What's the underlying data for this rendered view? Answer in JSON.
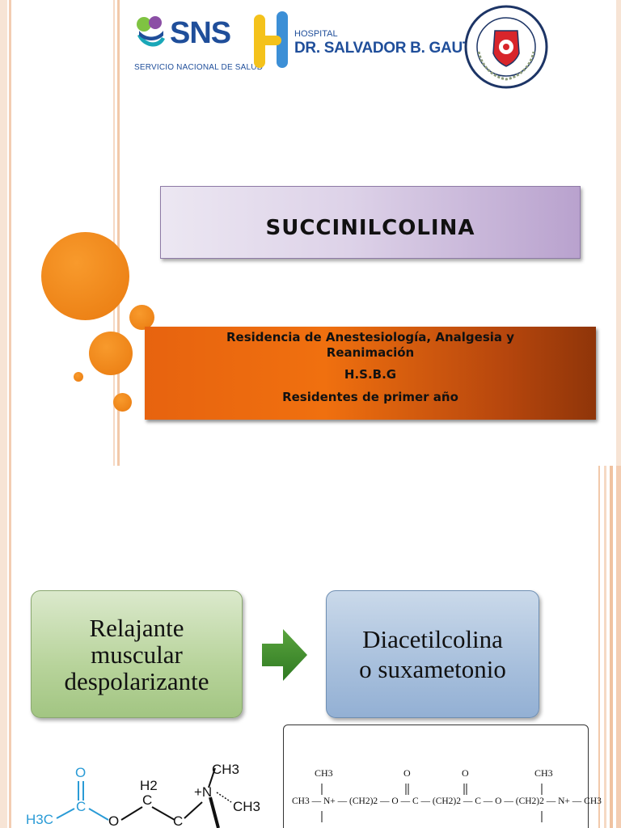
{
  "slide1": {
    "logos": {
      "sns_name": "SNS",
      "sns_subtitle": "SERVICIO NACIONAL DE SALUD",
      "hospital_label": "HOSPITAL",
      "hospital_name": "DR. SALVADOR B. GAUTIER"
    },
    "title": "SUCCINILCOLINA",
    "subtitle_lines": [
      "Residencia de Anestesiología, Analgesia y",
      "Reanimación",
      "H.S.B.G",
      "Residentes de primer año"
    ],
    "colors": {
      "accent_orange": "#f08a1d",
      "title_purple": "#b9a2ce",
      "subtitle_orange": "#e7630f"
    }
  },
  "slide2": {
    "left_box_lines": [
      "Relajante",
      "muscular",
      "despolarizante"
    ],
    "right_box_lines": [
      "Diacetilcolina",
      "o suxametonio"
    ],
    "colors": {
      "green_box": "#b7d39a",
      "blue_box": "#a7bfdc",
      "arrow": "#3f8a2c"
    },
    "structure_left": {
      "o_top": "O",
      "c1": "C",
      "h3c": "H3C",
      "o_mid": "O",
      "h2": "H2",
      "c2": "C",
      "c3": "C",
      "n_plus": "+N",
      "ch3_top": "CH3",
      "ch3_right": "CH3"
    },
    "structure_right": {
      "ch3_left_top": "CH3",
      "o1": "O",
      "o2": "O",
      "ch3_right_top": "CH3",
      "main_chain": "CH3 — N+ — (CH2)2 — O — C — (CH2)2 — C — O — (CH2)2 — N+ — CH3"
    }
  }
}
